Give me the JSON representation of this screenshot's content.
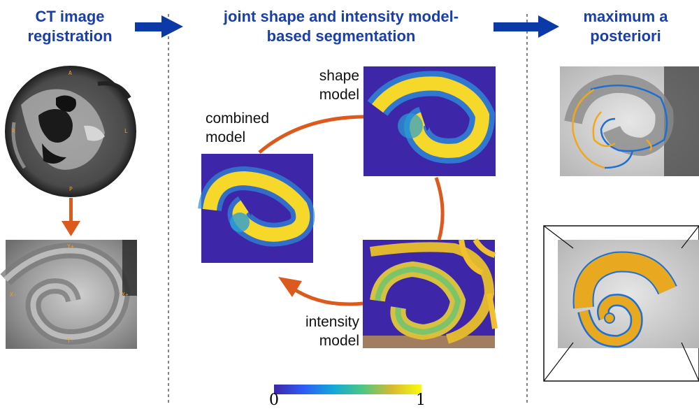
{
  "columns": {
    "registration": {
      "title_line1": "CT image",
      "title_line2": "registration"
    },
    "segmentation": {
      "title_line1": "joint shape and intensity model-",
      "title_line2": "based segmentation"
    },
    "map": {
      "title_line1": "maximum a",
      "title_line2": "posteriori"
    }
  },
  "ct_labels": {
    "anterior": "A",
    "posterior": "P",
    "right": "R",
    "left": "L"
  },
  "crop_labels": {
    "y_minus": "Y+",
    "y_plus": "Y-",
    "x_minus": "X-",
    "x_plus": "X+"
  },
  "models": {
    "shape": {
      "line1": "shape",
      "line2": "model"
    },
    "combined": {
      "line1": "combined",
      "line2": "model"
    },
    "intensity": {
      "line1": "intensity",
      "line2": "model"
    }
  },
  "colorbar": {
    "min_label": "0",
    "max_label": "1"
  },
  "colors": {
    "heading": "#1a3fa8",
    "arrow_blue": "#0b3aa8",
    "arrow_orange": "#dd5a1e",
    "parula_low": "#3e26a8",
    "parula_high": "#f9fb0e",
    "contour_blue": "#1f6fd0",
    "contour_orange": "#f0a818"
  }
}
